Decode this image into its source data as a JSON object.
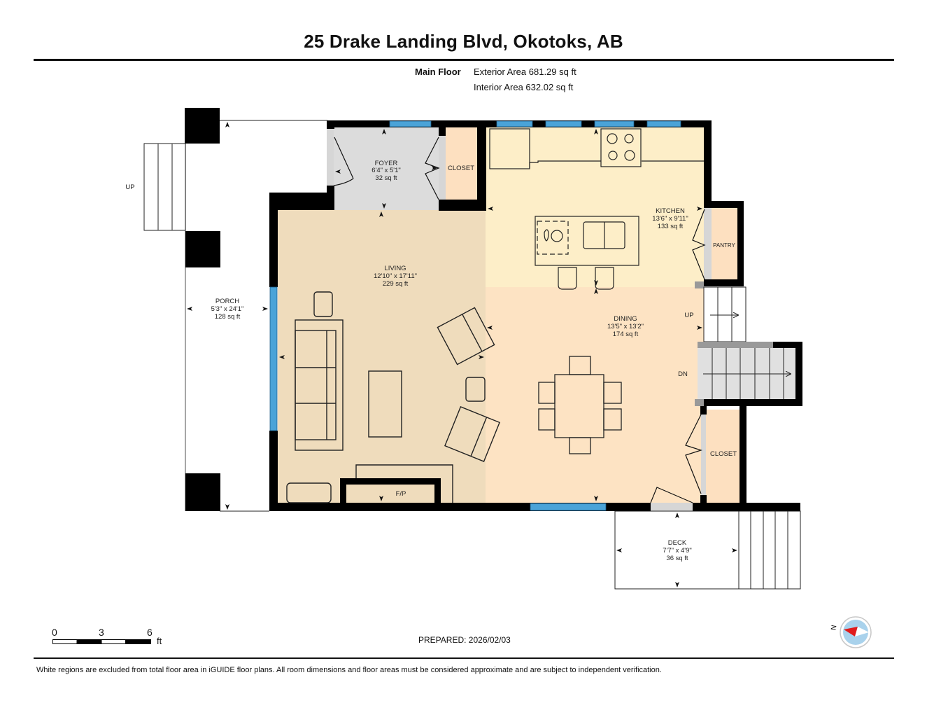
{
  "header": {
    "title": "25 Drake Landing Blvd, Okotoks, AB",
    "floor_label": "Main Floor",
    "exterior_area": "Exterior Area 681.29 sq ft",
    "interior_area": "Interior Area 632.02 sq ft"
  },
  "colors": {
    "wall": "#000000",
    "window": "#4aa3d8",
    "living": "#efdcbc",
    "kitchen": "#fdeec8",
    "dining": "#fde3c3",
    "foyer": "#dcdcdc",
    "closet": "#fde0c0",
    "stairs_down": "#e0e0e0",
    "door_threshold": "#d6d6d6"
  },
  "rooms": {
    "foyer": {
      "name": "FOYER",
      "dims": "6'4\" x 5'1\"",
      "area": "32 sq ft"
    },
    "closet_foyer": {
      "name": "CLOSET"
    },
    "kitchen": {
      "name": "KITCHEN",
      "dims": "13'6\" x 9'11\"",
      "area": "133 sq ft"
    },
    "pantry": {
      "name": "PANTRY"
    },
    "living": {
      "name": "LIVING",
      "dims": "12'10\" x 17'11\"",
      "area": "229 sq ft"
    },
    "dining": {
      "name": "DINING",
      "dims": "13'5\" x 13'2\"",
      "area": "174 sq ft"
    },
    "porch": {
      "name": "PORCH",
      "dims": "5'3\" x 24'1\"",
      "area": "128 sq ft"
    },
    "closet_dining": {
      "name": "CLOSET"
    },
    "deck": {
      "name": "DECK",
      "dims": "7'7\" x 4'9\"",
      "area": "36 sq ft"
    }
  },
  "labels": {
    "porch_stairs": "UP",
    "stairs_up": "UP",
    "stairs_down": "DN",
    "fireplace": "F/P"
  },
  "scale_bar": {
    "ticks": [
      "0",
      "3",
      "6"
    ],
    "unit": "ft"
  },
  "compass": {
    "label": "N"
  },
  "footer": {
    "prepared": "PREPARED: 2026/02/03",
    "disclaimer": "White regions are excluded from total floor area in iGUIDE floor plans. All room dimensions and floor areas must be considered approximate and are subject to independent verification."
  }
}
